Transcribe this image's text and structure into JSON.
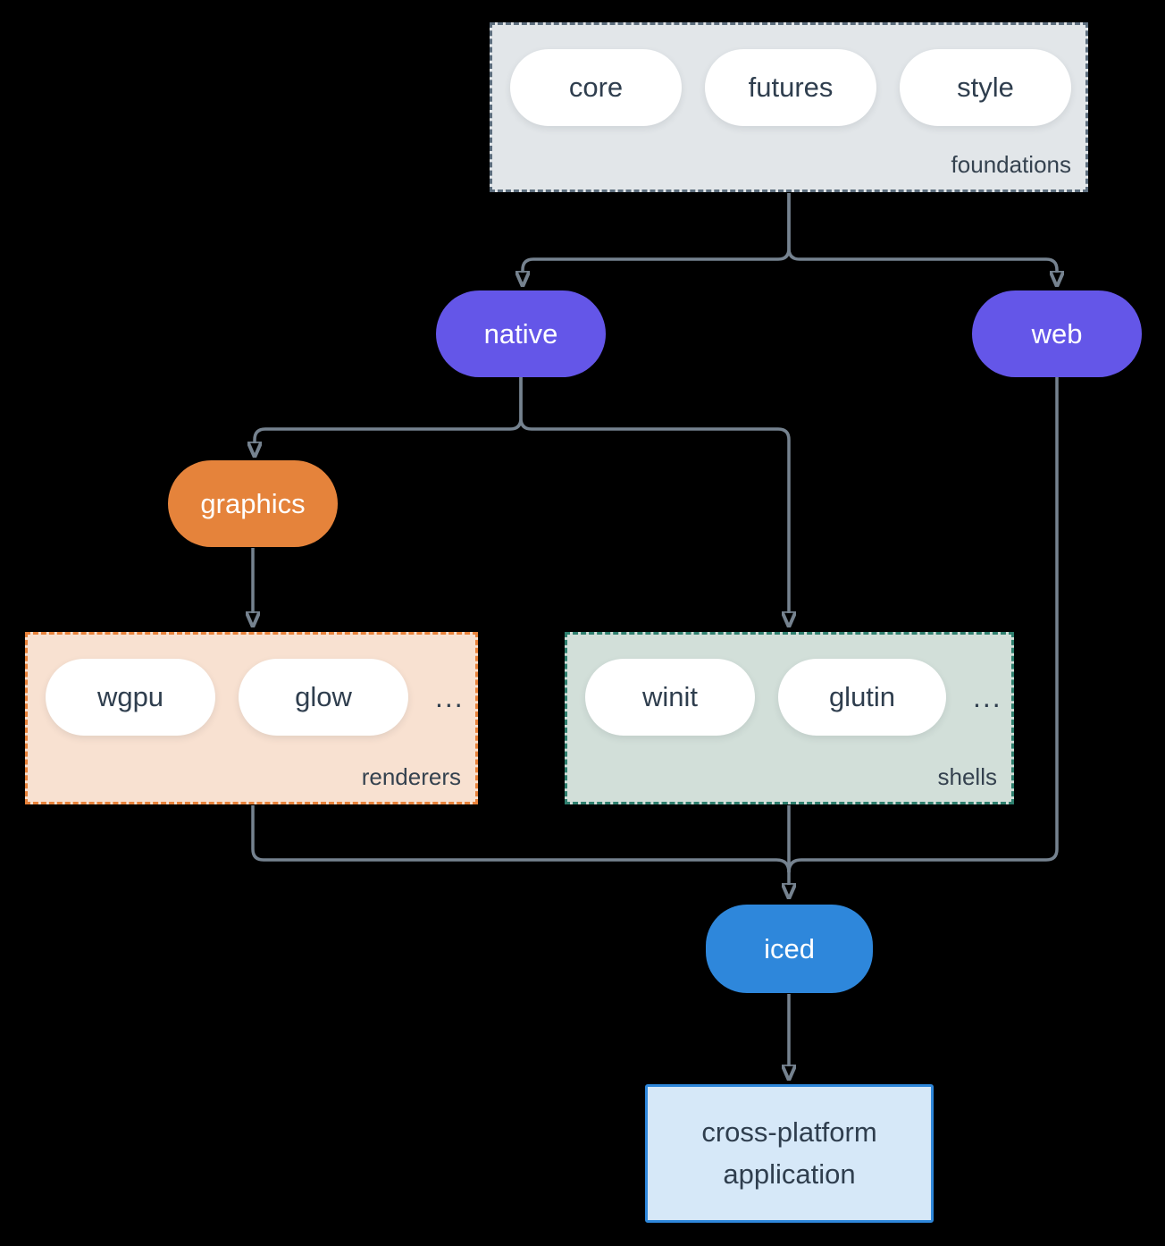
{
  "diagram": {
    "groups": {
      "foundations": {
        "label": "foundations",
        "pills": [
          "core",
          "futures",
          "style"
        ]
      },
      "renderers": {
        "label": "renderers",
        "pills": [
          "wgpu",
          "glow"
        ],
        "ellipsis": "..."
      },
      "shells": {
        "label": "shells",
        "pills": [
          "winit",
          "glutin"
        ],
        "ellipsis": "..."
      }
    },
    "nodes": {
      "native": "native",
      "web": "web",
      "graphics": "graphics",
      "iced": "iced",
      "application": {
        "line1": "cross-platform",
        "line2": "application"
      }
    },
    "colors": {
      "background": "#000000",
      "arrow": "#75828F",
      "purple_node": "#6456E8",
      "orange_node": "#E5833B",
      "blue_node": "#2E87DB",
      "foundations_bg": "#E2E6E9",
      "foundations_border": "#5D6E7E",
      "renderers_bg": "#F8E1D1",
      "renderers_border": "#E8823A",
      "shells_bg": "#D2DFD9",
      "shells_border": "#2E7F6E",
      "application_bg": "#D6E8F8",
      "application_border": "#2E87DB",
      "pill_text": "#2F3E4E"
    }
  }
}
